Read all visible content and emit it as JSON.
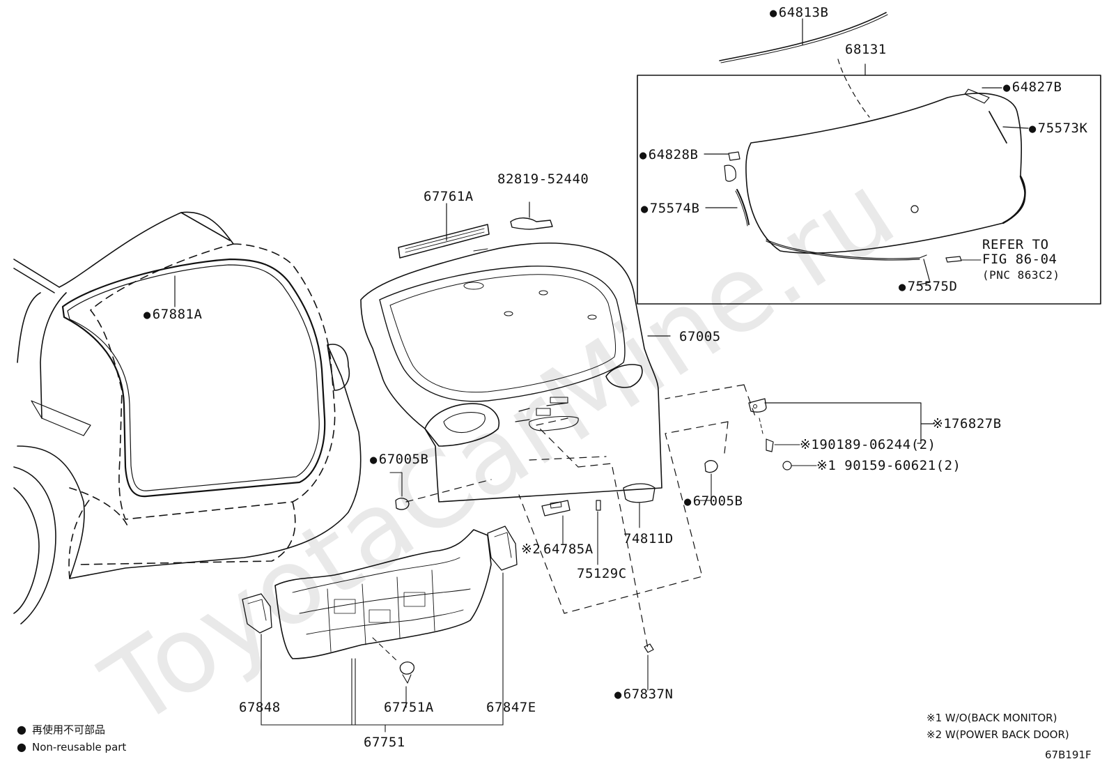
{
  "watermark": "ToyotaCarMine.ru",
  "parts": {
    "p64813B": "64813B",
    "p68131": "68131",
    "p64827B": "64827B",
    "p75573K": "75573K",
    "p64828B": "64828B",
    "p75574B": "75574B",
    "p75575D": "75575D",
    "refer_line1": "REFER TO",
    "refer_line2": "FIG 86-04",
    "refer_line3": "(PNC 863C2)",
    "p82819": "82819-52440",
    "p67761A": "67761A",
    "p67881A": "67881A",
    "p67005": "67005",
    "p67005B_left": "67005B",
    "p67005B_right": "67005B",
    "p76827B": "76827B",
    "p76827B_mark": "※1",
    "p90189": "※190189-06244(2)",
    "p90159": "※1 90159-60621(2)",
    "p64785A": "64785A",
    "p64785A_mark": "※2",
    "p74811D": "74811D",
    "p75129C": "75129C",
    "p67837N": "67837N",
    "p67848": "67848",
    "p67751A": "67751A",
    "p67847E": "67847E",
    "p67751": "67751"
  },
  "legend": {
    "jp": "再使用不可部品",
    "en": "Non-reusable part"
  },
  "notes": {
    "n1": "※1 W/O(BACK MONITOR)",
    "n2": "※2 W(POWER BACK DOOR)"
  },
  "figure_id": "67B191F"
}
